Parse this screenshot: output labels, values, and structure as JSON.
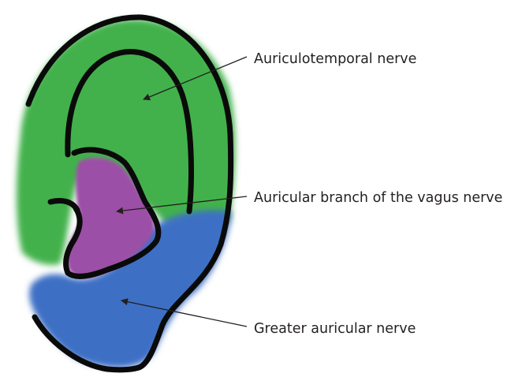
{
  "labels": {
    "auriculotemporal": "Auriculotemporal nerve",
    "vagus": "Auricular branch of the vagus nerve",
    "greater_auricular": "Greater auricular nerve"
  },
  "colors": {
    "auriculotemporal_region": "#43b14b",
    "vagus_region": "#9b4fa6",
    "greater_auricular_region": "#3e6fc5",
    "outline": "#0a0a0a",
    "pointer": "#231f20",
    "text": "#231f20"
  }
}
